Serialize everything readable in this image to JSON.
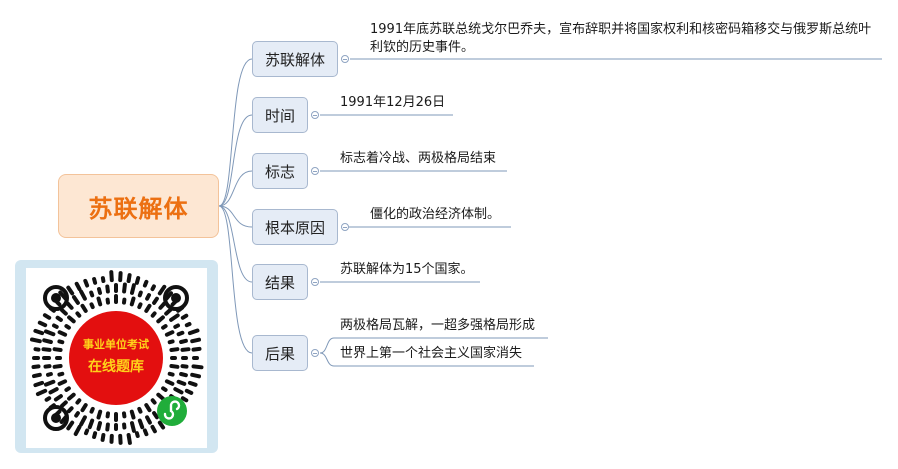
{
  "root": {
    "label": "苏联解体"
  },
  "branches": [
    {
      "label": "苏联解体",
      "leaves": [
        "1991年底苏联总统戈尔巴乔夫，宣布辞职并将国家权利和核密码箱移交与俄罗斯总统叶利钦的历史事件。"
      ]
    },
    {
      "label": "时间",
      "leaves": [
        "1991年12月26日"
      ]
    },
    {
      "label": "标志",
      "leaves": [
        "标志着冷战、两极格局结束"
      ]
    },
    {
      "label": "根本原因",
      "leaves": [
        "僵化的政治经济体制。"
      ]
    },
    {
      "label": "结果",
      "leaves": [
        "苏联解体为15个国家。"
      ]
    },
    {
      "label": "后果",
      "leaves": [
        "两极格局瓦解，一超多强格局形成",
        "世界上第一个社会主义国家消失"
      ]
    }
  ],
  "qr_code": {
    "badge_line1": "事业单位考试",
    "badge_line2": "在线题库"
  },
  "colors": {
    "root_fill": "#fde7d3",
    "root_text": "#ec7012",
    "branch_fill": "#e5ecf6",
    "branch_border": "#a8b8cf",
    "connector": "#7f98b8",
    "qr_frame": "#d2e6f1",
    "qr_badge": "#e30f0f",
    "qr_badge_text": "#ffd21a",
    "miniprogram_green": "#20ad3a"
  }
}
